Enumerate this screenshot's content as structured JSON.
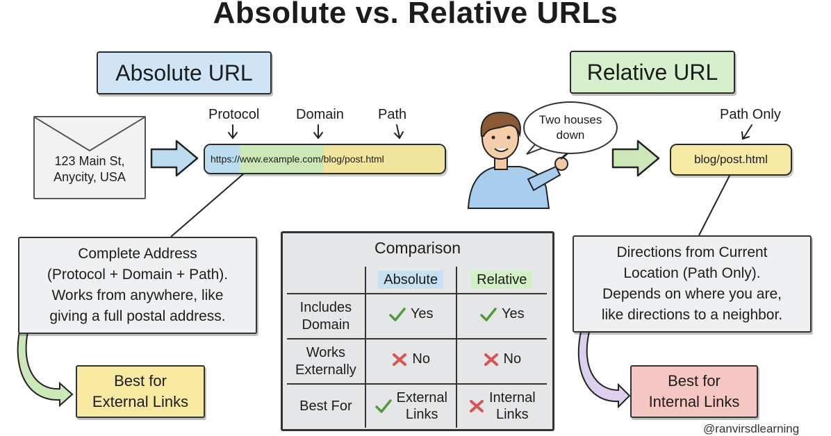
{
  "title": "Absolute vs. Relative URLs",
  "absolute": {
    "heading": "Absolute URL",
    "labels": {
      "protocol": "Protocol",
      "domain": "Domain",
      "path": "Path"
    },
    "envelope_lines": [
      "123 Main St,",
      "Anycity, USA"
    ],
    "url": {
      "protocol": "https://",
      "domain": "www.example.com/",
      "path": "blog/post.html"
    },
    "description_lines": [
      "Complete Address",
      "(Protocol + Domain + Path).",
      "Works from anywhere, like",
      "giving a full postal address."
    ],
    "best_lines": [
      "Best for",
      "External Links"
    ]
  },
  "relative": {
    "heading": "Relative URL",
    "path_label": "Path Only",
    "bubble_lines": [
      "Two houses",
      "down"
    ],
    "url": "blog/post.html",
    "description_lines": [
      "Directions from Current",
      "Location (Path Only).",
      "Depends on where you are,",
      "like directions to a neighbor."
    ],
    "best_lines": [
      "Best for",
      "Internal Links"
    ]
  },
  "comparison": {
    "title": "Comparison",
    "columns": [
      "Absolute",
      "Relative"
    ],
    "rows": [
      {
        "label_lines": [
          "Includes",
          "Domain"
        ],
        "absolute": {
          "icon": "check-icon",
          "text_lines": [
            "Yes"
          ]
        },
        "relative": {
          "icon": "check-icon",
          "text_lines": [
            "Yes"
          ]
        }
      },
      {
        "label_lines": [
          "Works",
          "Externally"
        ],
        "absolute": {
          "icon": "cross-icon",
          "text_lines": [
            "No"
          ]
        },
        "relative": {
          "icon": "cross-icon",
          "text_lines": [
            "No"
          ]
        }
      },
      {
        "label_lines": [
          "Best For"
        ],
        "absolute": {
          "icon": "check-icon",
          "text_lines": [
            "External",
            "Links"
          ]
        },
        "relative": {
          "icon": "cross-icon",
          "text_lines": [
            "Internal",
            "Links"
          ]
        }
      }
    ]
  },
  "credit": "@ranvirsdlearning",
  "colors": {
    "absolute_tag": "#cfe5f5",
    "relative_tag": "#d6efcc",
    "protocol": "#bcdcf0",
    "domain": "#cde8b8",
    "path": "#f1e49c",
    "best_absolute": "#f7eaa0",
    "best_relative": "#f6c6c2",
    "check": "#4e9a3c",
    "cross": "#d9534f"
  }
}
